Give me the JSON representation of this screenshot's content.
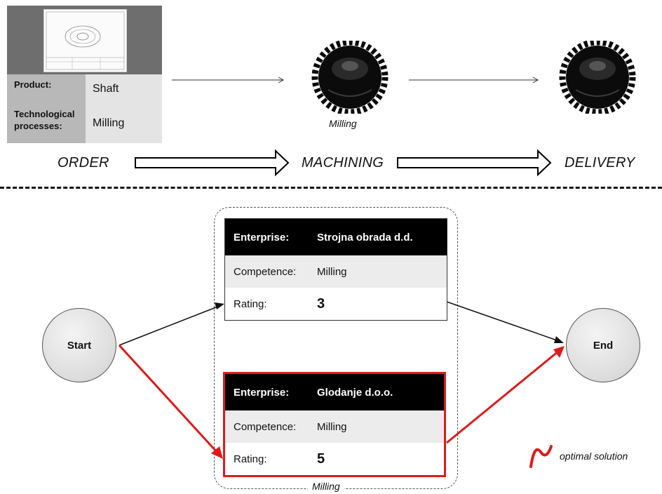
{
  "process": {
    "order": {
      "stage_label": "ORDER",
      "product_label": "Product:",
      "product_value": "Shaft",
      "processes_label": "Technological processes:",
      "processes_value": "Milling"
    },
    "machining": {
      "stage_label": "MACHINING",
      "gear_caption": "Milling"
    },
    "delivery": {
      "stage_label": "DELIVERY"
    }
  },
  "network": {
    "start_label": "Start",
    "end_label": "End",
    "group_label": "Milling",
    "enterprises": [
      {
        "enterprise_key": "Enterprise:",
        "enterprise_value": "Strojna obrada  d.d.",
        "competence_key": "Competence:",
        "competence_value": "Milling",
        "rating_key": "Rating:",
        "rating_value": "3",
        "optimal": false
      },
      {
        "enterprise_key": "Enterprise:",
        "enterprise_value": "Glodanje d.o.o.",
        "competence_key": "Competence:",
        "competence_value": "Milling",
        "rating_key": "Rating:",
        "rating_value": "5",
        "optimal": true
      }
    ],
    "legend": {
      "label": "optimal solution"
    }
  },
  "colors": {
    "optimal": "#e01a1a",
    "header_bg": "#000000",
    "row_alt": "#ececec",
    "order_key_bg": "#b8b8b8",
    "order_value_bg": "#e4e4e4"
  },
  "icons": [
    "technical-drawing-icon",
    "gear-icon",
    "gear-icon",
    "hollow-arrow-icon",
    "hollow-arrow-icon"
  ]
}
